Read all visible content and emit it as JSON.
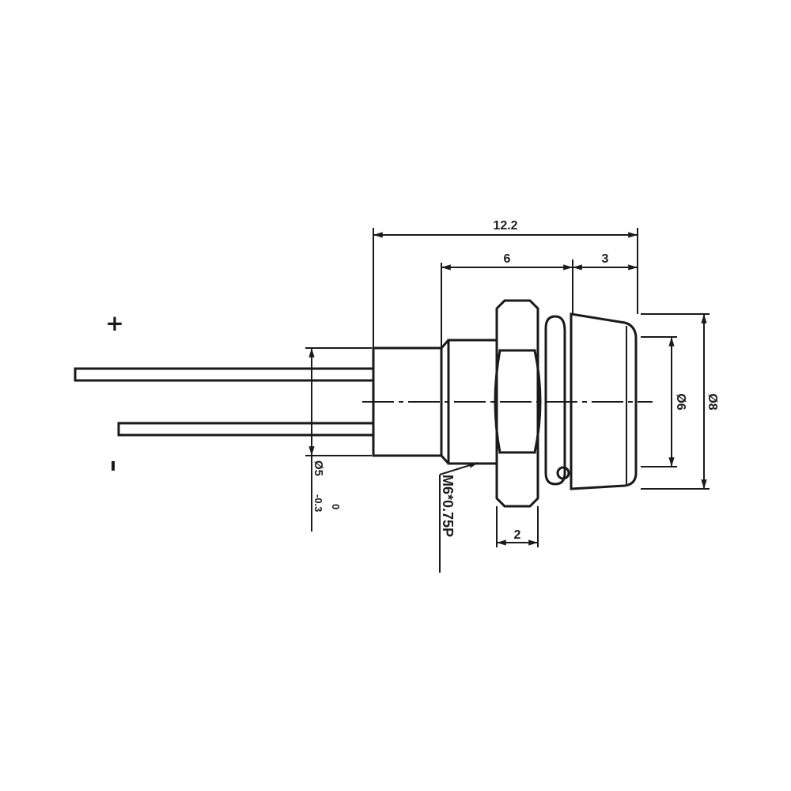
{
  "drawing": {
    "subject": "panel-mount LED holder with hex nut",
    "polarity": {
      "plus": "+",
      "minus": "-"
    },
    "dimensions": {
      "overall_length": "12.2",
      "thread_length": "6",
      "cap_length": "3",
      "nut_thickness": "2",
      "cap_outer_diameter": "Ø8",
      "cap_inner_diameter": "Ø6",
      "body_diameter": "Ø5",
      "body_tol_upper": "0",
      "body_tol_lower": "-0.3",
      "thread_spec": "M6*0.75P"
    },
    "colors": {
      "line": "#1a1a1a",
      "background": "#ffffff"
    }
  }
}
